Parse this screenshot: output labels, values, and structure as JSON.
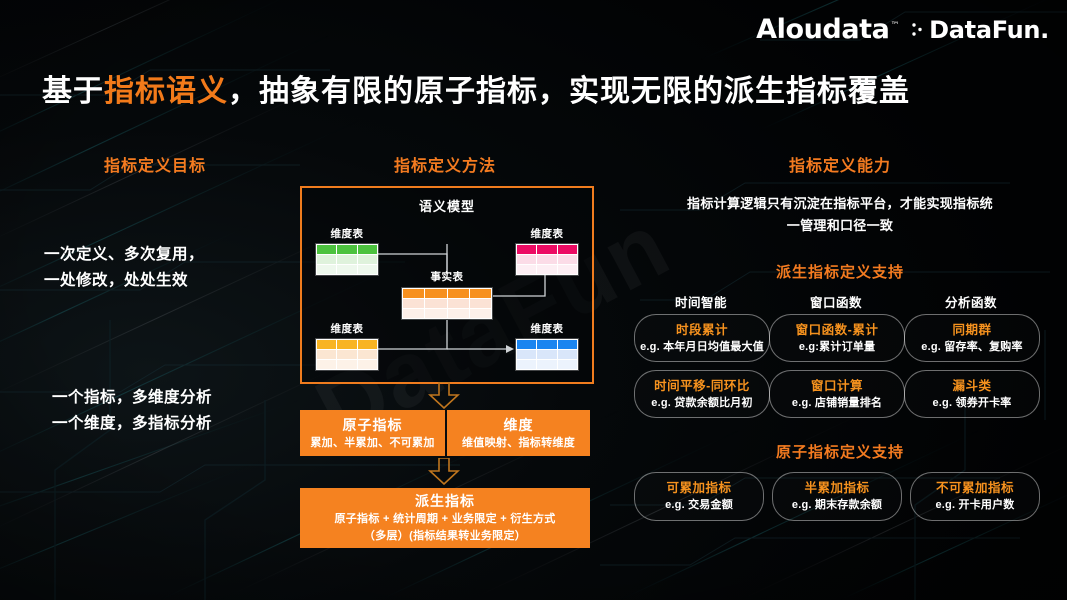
{
  "brand": {
    "aloudata": "Aloudata",
    "trademark": "™",
    "datafun": "DataFun.",
    "accent": "#F47B20",
    "orange_fill": "#F58220",
    "background": "#050708"
  },
  "title": {
    "before": "基于",
    "highlight": "指标语义",
    "after": "，抽象有限的原子指标，实现无限的派生指标覆盖"
  },
  "left": {
    "heading": "指标定义目标",
    "block1_line1": "一次定义、多次复用，",
    "block1_line2": "一处修改，处处生效",
    "block2_line1": "一个指标，多维度分析",
    "block2_line2": "一个维度，多指标分析"
  },
  "middle": {
    "heading": "指标定义方法",
    "semantic_model": {
      "title": "语义模型",
      "fact_table": {
        "label": "事实表",
        "cols": 4,
        "rows": 3,
        "header_color": "#F7901E",
        "body_color": "#FBE2D5"
      },
      "dimension_tables": [
        {
          "position": "top-left",
          "label": "维度表",
          "cols": 3,
          "rows": 3,
          "header_color": "#4CC23E",
          "body_color": "#DFF2DC"
        },
        {
          "position": "top-right",
          "label": "维度表",
          "cols": 3,
          "rows": 3,
          "header_color": "#EC0B63",
          "body_color": "#FBDCE7"
        },
        {
          "position": "bottom-left",
          "label": "维度表",
          "cols": 3,
          "rows": 3,
          "header_color": "#F8B422",
          "body_color": "#FBE6D2"
        },
        {
          "position": "bottom-right",
          "label": "维度表",
          "cols": 3,
          "rows": 3,
          "header_color": "#1A85F0",
          "body_color": "#D9E6FA"
        }
      ]
    },
    "atomic_box": {
      "title": "原子指标",
      "subtitle": "累加、半累加、不可累加"
    },
    "dimension_box": {
      "title": "维度",
      "subtitle": "维值映射、指标转维度"
    },
    "derived_box": {
      "title": "派生指标",
      "line1": "原子指标 + 统计周期 + 业务限定 + 衍生方式",
      "line2": "（多层）(指标结果转业务限定）"
    }
  },
  "right": {
    "heading": "指标定义能力",
    "description_line1": "指标计算逻辑只有沉淀在指标平台，才能实现指标统",
    "description_line2": "一管理和口径一致",
    "derived_support": {
      "heading": "派生指标定义支持",
      "groups": [
        {
          "label": "时间智能"
        },
        {
          "label": "窗口函数"
        },
        {
          "label": "分析函数"
        }
      ],
      "cards": [
        {
          "title": "时段累计",
          "example": "e.g. 本年月日均值最大值"
        },
        {
          "title": "窗口函数-累计",
          "example": "e.g:累计订单量"
        },
        {
          "title": "同期群",
          "example": "e.g. 留存率、复购率"
        },
        {
          "title": "时间平移-同环比",
          "example": "e.g. 贷款余额比月初"
        },
        {
          "title": "窗口计算",
          "example": "e.g. 店铺销量排名"
        },
        {
          "title": "漏斗类",
          "example": "e.g. 领券开卡率"
        }
      ]
    },
    "atomic_support": {
      "heading": "原子指标定义支持",
      "cards": [
        {
          "title": "可累加指标",
          "example": "e.g. 交易金额"
        },
        {
          "title": "半累加指标",
          "example": "e.g. 期末存款余额"
        },
        {
          "title": "不可累加指标",
          "example": "e.g. 开卡用户数"
        }
      ]
    }
  },
  "watermark": {
    "text": "DataFun"
  }
}
